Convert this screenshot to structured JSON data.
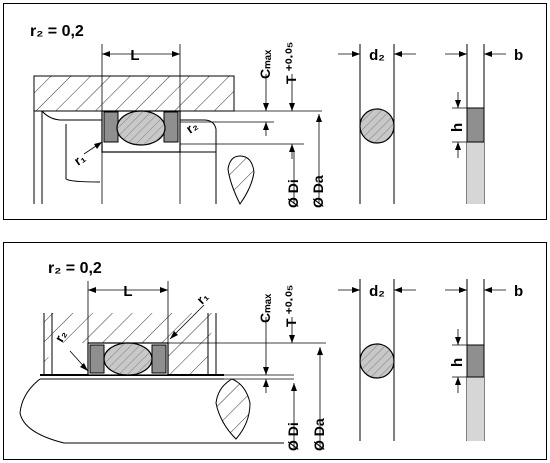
{
  "panels": [
    {
      "r2_label": "r₂ = 0,2",
      "labels": {
        "L": "L",
        "c_max": "Cₘₐₓ",
        "t_tol": "T ⁺⁰·⁰⁵",
        "d2": "d₂",
        "b": "b",
        "h": "h",
        "di": "Ø Di",
        "da": "Ø Da",
        "r1": "r₁",
        "r2": "r₂"
      }
    },
    {
      "r2_label": "r₂ = 0,2",
      "labels": {
        "L": "L",
        "c_max": "Cₘₐₓ",
        "t_tol": "T ⁺⁰·⁰⁵",
        "d2": "d₂",
        "b": "b",
        "h": "h",
        "di": "Ø Di",
        "da": "Ø Da",
        "r1": "r₁",
        "r2": "r₂"
      }
    }
  ],
  "colors": {
    "ring_fill": "#c8c8c8",
    "backup_fill": "#8f8f8f",
    "hatch": "#000000",
    "shaded_strip": "#d6d6d6"
  }
}
